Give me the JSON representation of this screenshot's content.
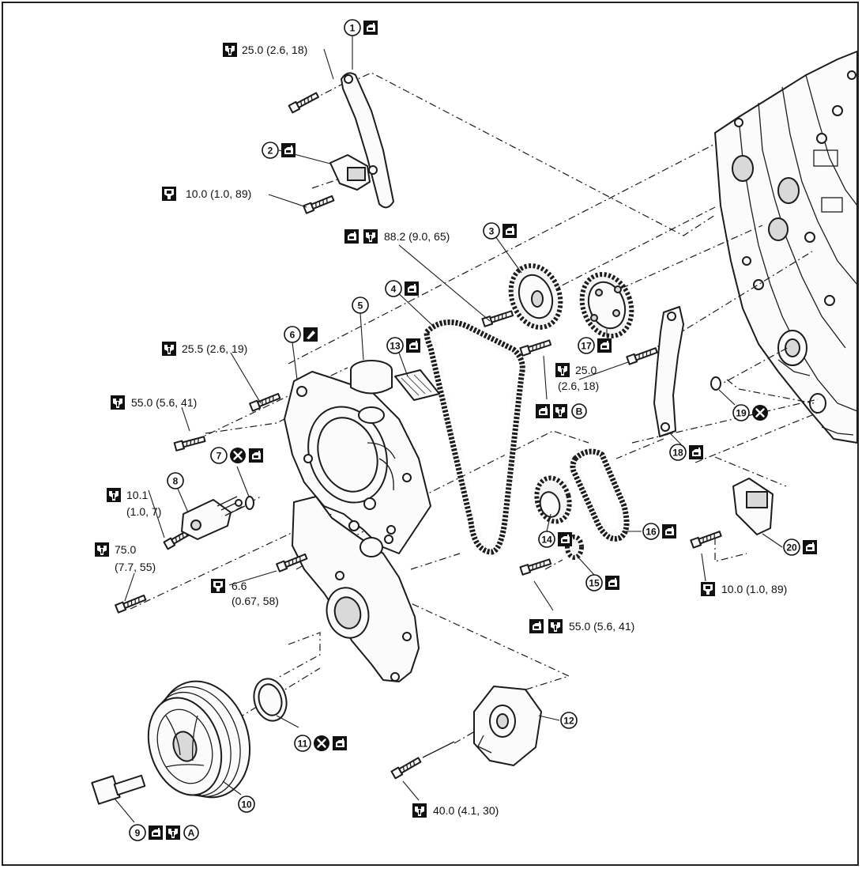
{
  "callouts": {
    "c1": "1",
    "c2": "2",
    "c3": "3",
    "c4": "4",
    "c5": "5",
    "c6": "6",
    "c7": "7",
    "c8": "8",
    "c9": "9",
    "c10": "10",
    "c11": "11",
    "c12": "12",
    "c13": "13",
    "c14": "14",
    "c15": "15",
    "c16": "16",
    "c17": "17",
    "c18": "18",
    "c19": "19",
    "c20": "20"
  },
  "torque": {
    "t_25_0_top": "25.0 (2.6, 18)",
    "t_10_0_left": "10.0 (1.0, 89)",
    "t_88_2": "88.2 (9.0, 65)",
    "t_25_5": "25.5 (2.6, 19)",
    "t_55_0_left": "55.0 (5.6, 41)",
    "t_10_1_a": "10.1",
    "t_10_1_b": "(1.0, 7)",
    "t_75_0_a": "75.0",
    "t_75_0_b": "(7.7, 55)",
    "t_6_6_a": "6.6",
    "t_6_6_b": "(0.67, 58)",
    "t_25_0_right_a": "25.0",
    "t_25_0_right_b": "(2.6, 18)",
    "t_10_0_right": "10.0 (1.0, 89)",
    "t_55_0_bottom": "55.0 (5.6, 41)",
    "t_40_0": "40.0 (4.1, 30)"
  },
  "letters": {
    "A": "A",
    "B": "B"
  },
  "icons": [
    "oil-can-icon",
    "torque-wrench-icon",
    "torque-wrench-inch-icon",
    "do-not-reuse-icon",
    "sealant-icon"
  ]
}
